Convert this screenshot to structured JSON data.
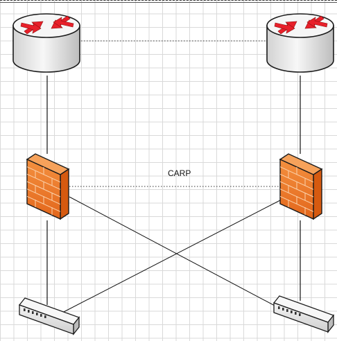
{
  "diagram": {
    "link_label": "CARP",
    "nodes": [
      {
        "id": "router-left",
        "type": "router"
      },
      {
        "id": "router-right",
        "type": "router"
      },
      {
        "id": "firewall-left",
        "type": "firewall"
      },
      {
        "id": "firewall-right",
        "type": "firewall"
      },
      {
        "id": "switch-left",
        "type": "switch"
      },
      {
        "id": "switch-right",
        "type": "switch"
      }
    ],
    "links": [
      {
        "from": "router-left",
        "to": "router-right",
        "style": "dotted"
      },
      {
        "from": "router-left",
        "to": "firewall-left",
        "style": "solid"
      },
      {
        "from": "router-right",
        "to": "firewall-right",
        "style": "solid"
      },
      {
        "from": "firewall-left",
        "to": "firewall-right",
        "style": "dotted",
        "label": "CARP"
      },
      {
        "from": "firewall-left",
        "to": "switch-left",
        "style": "solid"
      },
      {
        "from": "firewall-right",
        "to": "switch-right",
        "style": "solid"
      },
      {
        "from": "firewall-left",
        "to": "switch-right",
        "style": "solid"
      },
      {
        "from": "firewall-right",
        "to": "switch-left",
        "style": "solid"
      }
    ],
    "colors": {
      "router_body": "#ececec",
      "router_arrows": "#e8202a",
      "firewall_front": "#f07a28",
      "firewall_side": "#d65a10",
      "switch_body": "#e6e6e6",
      "link": "#111111"
    }
  }
}
